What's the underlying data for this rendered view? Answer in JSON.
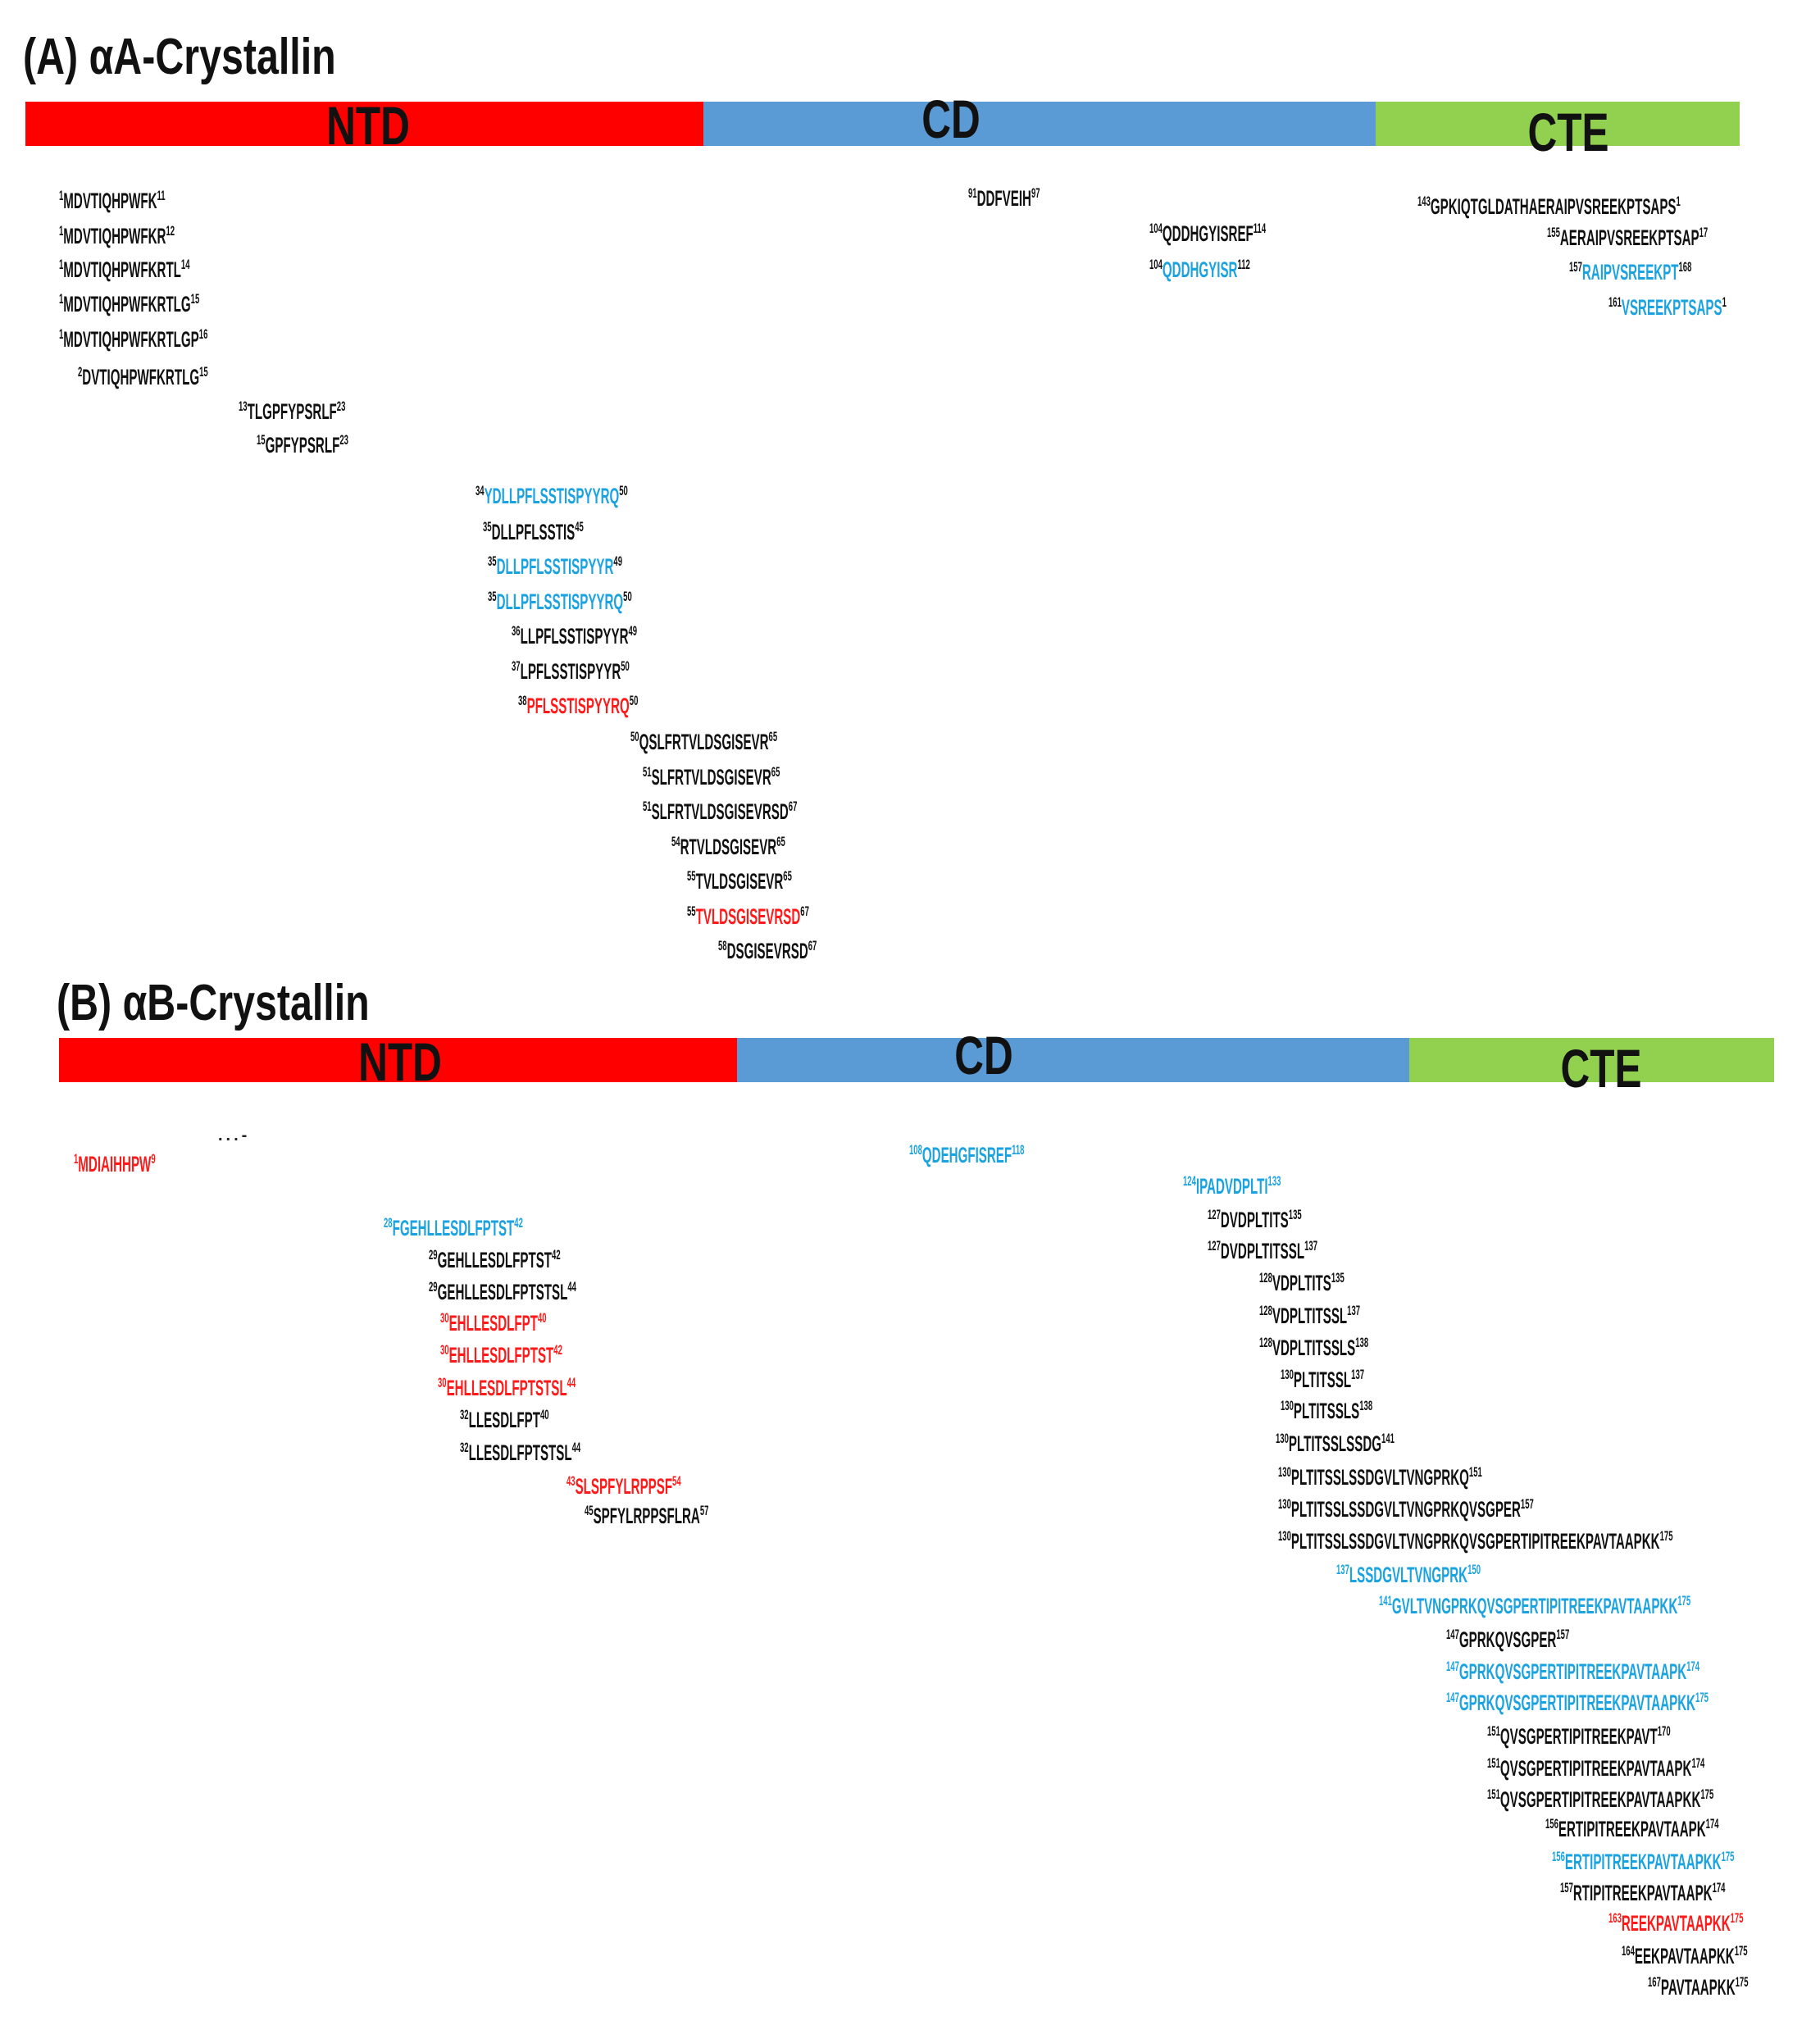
{
  "panel_a": {
    "title": "(A) αA-Crystallin",
    "domains": [
      {
        "label": "NTD",
        "color": "#ff0000"
      },
      {
        "label": "CD",
        "color": "#5b9bd5"
      },
      {
        "label": "CTE",
        "color": "#92d050"
      }
    ],
    "peptides": [
      {
        "start": "1",
        "seq": "MDVTIQHPWFK",
        "end": "11",
        "color": "black"
      },
      {
        "start": "1",
        "seq": "MDVTIQHPWFKR",
        "end": "12",
        "color": "black"
      },
      {
        "start": "1",
        "seq": "MDVTIQHPWFKRTL",
        "end": "14",
        "color": "black"
      },
      {
        "start": "1",
        "seq": "MDVTIQHPWFKRTLG",
        "end": "15",
        "color": "black"
      },
      {
        "start": "1",
        "seq": "MDVTIQHPWFKRTLGP",
        "end": "16",
        "color": "black"
      },
      {
        "start": "2",
        "seq": "DVTIQHPWFKRTLG",
        "end": "15",
        "color": "black"
      },
      {
        "start": "13",
        "seq": "TLGPFYPSRLF",
        "end": "23",
        "color": "black"
      },
      {
        "start": "15",
        "seq": "GPFYPSRLF",
        "end": "23",
        "color": "black"
      },
      {
        "start": "34",
        "seq": "YDLLPFLSSTISPYYRQ",
        "end": "50",
        "color": "blue"
      },
      {
        "start": "35",
        "seq": "DLLPFLSSTIS",
        "end": "45",
        "color": "black"
      },
      {
        "start": "35",
        "seq": "DLLPFLSSTISPYYR",
        "end": "49",
        "color": "blue"
      },
      {
        "start": "35",
        "seq": "DLLPFLSSTISPYYRQ",
        "end": "50",
        "color": "blue"
      },
      {
        "start": "36",
        "seq": "LLPFLSSTISPYYR",
        "end": "49",
        "color": "black"
      },
      {
        "start": "37",
        "seq": "LPFLSSTISPYYR",
        "end": "50",
        "color": "black"
      },
      {
        "start": "38",
        "seq": "PFLSSTISPYYRQ",
        "end": "50",
        "color": "red"
      },
      {
        "start": "50",
        "seq": "QSLFRTVLDSGISEVR",
        "end": "65",
        "color": "black"
      },
      {
        "start": "51",
        "seq": "SLFRTVLDSGISEVR",
        "end": "65",
        "color": "black"
      },
      {
        "start": "51",
        "seq": "SLFRTVLDSGISEVRSD",
        "end": "67",
        "color": "black"
      },
      {
        "start": "54",
        "seq": "RTVLDSGISEVR",
        "end": "65",
        "color": "black"
      },
      {
        "start": "55",
        "seq": "TVLDSGISEVR",
        "end": "65",
        "color": "black"
      },
      {
        "start": "55",
        "seq": "TVLDSGISEVRSD",
        "end": "67",
        "color": "red"
      },
      {
        "start": "58",
        "seq": "DSGISEVRSD",
        "end": "67",
        "color": "black"
      },
      {
        "start": "91",
        "seq": "DDFVEIH",
        "end": "97",
        "color": "black"
      },
      {
        "start": "104",
        "seq": "QDDHGYISREF",
        "end": "114",
        "color": "black"
      },
      {
        "start": "104",
        "seq": "QDDHGYISR",
        "end": "112",
        "color": "blue"
      },
      {
        "start": "143",
        "seq": "GPKIQTGLDATHAERAIPVSREEKPTSAPS",
        "end": "1",
        "color": "black"
      },
      {
        "start": "155",
        "seq": "AERAIPVSREEKPTSAP",
        "end": "17",
        "color": "black"
      },
      {
        "start": "157",
        "seq": "RAIPVSREEKPT",
        "end": "168",
        "color": "blue"
      },
      {
        "start": "161",
        "seq": "VSREEKPTSAPS",
        "end": "1",
        "color": "blue"
      }
    ]
  },
  "panel_b": {
    "title": "(B) αB-Crystallin",
    "domains": [
      {
        "label": "NTD",
        "color": "#ff0000"
      },
      {
        "label": "CD",
        "color": "#5b9bd5"
      },
      {
        "label": "CTE",
        "color": "#92d050"
      }
    ],
    "dots": "...-",
    "peptides": [
      {
        "start": "1",
        "seq": "MDIAIHHPW",
        "end": "9",
        "color": "red"
      },
      {
        "start": "28",
        "seq": "FGEHLLESDLFPTST",
        "end": "42",
        "color": "blue"
      },
      {
        "start": "29",
        "seq": "GEHLLESDLFPTST",
        "end": "42",
        "color": "black"
      },
      {
        "start": "29",
        "seq": "GEHLLESDLFPTSTSL",
        "end": "44",
        "color": "black"
      },
      {
        "start": "30",
        "seq": "EHLLESDLFPT",
        "end": "40",
        "color": "red"
      },
      {
        "start": "30",
        "seq": "EHLLESDLFPTST",
        "end": "42",
        "color": "red"
      },
      {
        "start": "30",
        "seq": "EHLLESDLFPTSTSL",
        "end": "44",
        "color": "red"
      },
      {
        "start": "32",
        "seq": "LLESDLFPT",
        "end": "40",
        "color": "black"
      },
      {
        "start": "32",
        "seq": "LLESDLFPTSTSL",
        "end": "44",
        "color": "black"
      },
      {
        "start": "43",
        "seq": "SLSPFYLRPPSF",
        "end": "54",
        "color": "red"
      },
      {
        "start": "45",
        "seq": "SPFYLRPPSFLRA",
        "end": "57",
        "color": "black"
      },
      {
        "start": "108",
        "seq": "QDEHGFISREF",
        "end": "118",
        "color": "blue"
      },
      {
        "start": "124",
        "seq": "IPADVDPLTI",
        "end": "133",
        "color": "blue"
      },
      {
        "start": "127",
        "seq": "DVDPLTITS",
        "end": "135",
        "color": "black"
      },
      {
        "start": "127",
        "seq": "DVDPLTITSSL",
        "end": "137",
        "color": "black"
      },
      {
        "start": "128",
        "seq": "VDPLTITS",
        "end": "135",
        "color": "black"
      },
      {
        "start": "128",
        "seq": "VDPLTITSSL",
        "end": "137",
        "color": "black"
      },
      {
        "start": "128",
        "seq": "VDPLTITSSLS",
        "end": "138",
        "color": "black"
      },
      {
        "start": "130",
        "seq": "PLTITSSL",
        "end": "137",
        "color": "black"
      },
      {
        "start": "130",
        "seq": "PLTITSSLS",
        "end": "138",
        "color": "black"
      },
      {
        "start": "130",
        "seq": "PLTITSSLSSDG",
        "end": "141",
        "color": "black"
      },
      {
        "start": "130",
        "seq": "PLTITSSLSSDGVLTVNGPRKQ",
        "end": "151",
        "color": "black"
      },
      {
        "start": "130",
        "seq": "PLTITSSLSSDGVLTVNGPRKQVSGPER",
        "end": "157",
        "color": "black"
      },
      {
        "start": "130",
        "seq": "PLTITSSLSSDGVLTVNGPRKQVSGPERTIPITREEKPAVTAAPKK",
        "end": "175",
        "color": "black"
      },
      {
        "start": "137",
        "seq": "LSSDGVLTVNGPRK",
        "end": "150",
        "color": "blue"
      },
      {
        "start": "141",
        "seq": "GVLTVNGPRKQVSGPERTIPITREEKPAVTAAPKK",
        "end": "175",
        "color": "blue"
      },
      {
        "start": "147",
        "seq": "GPRKQVSGPER",
        "end": "157",
        "color": "black"
      },
      {
        "start": "147",
        "seq": "GPRKQVSGPERTIPITREEKPAVTAAPK",
        "end": "174",
        "color": "blue"
      },
      {
        "start": "147",
        "seq": "GPRKQVSGPERTIPITREEKPAVTAAPKK",
        "end": "175",
        "color": "blue"
      },
      {
        "start": "151",
        "seq": "QVSGPERTIPITREEKPAVT",
        "end": "170",
        "color": "black"
      },
      {
        "start": "151",
        "seq": "QVSGPERTIPITREEKPAVTAAPK",
        "end": "174",
        "color": "black"
      },
      {
        "start": "151",
        "seq": "QVSGPERTIPITREEKPAVTAAPKK",
        "end": "175",
        "color": "black"
      },
      {
        "start": "156",
        "seq": "ERTIPITREEKPAVTAAPK",
        "end": "174",
        "color": "black"
      },
      {
        "start": "156",
        "seq": "ERTIPITREEKPAVTAAPKK",
        "end": "175",
        "color": "blue"
      },
      {
        "start": "157",
        "seq": "RTIPITREEKPAVTAAPK",
        "end": "174",
        "color": "black"
      },
      {
        "start": "163",
        "seq": "REEKPAVTAAPKK",
        "end": "175",
        "color": "red"
      },
      {
        "start": "164",
        "seq": "EEKPAVTAAPKK",
        "end": "175",
        "color": "black"
      },
      {
        "start": "167",
        "seq": "PAVTAAPKK",
        "end": "175",
        "color": "black"
      }
    ]
  },
  "colors": {
    "black": "#111111",
    "blue": "#1aa3e0",
    "red": "#ff1a1a"
  }
}
